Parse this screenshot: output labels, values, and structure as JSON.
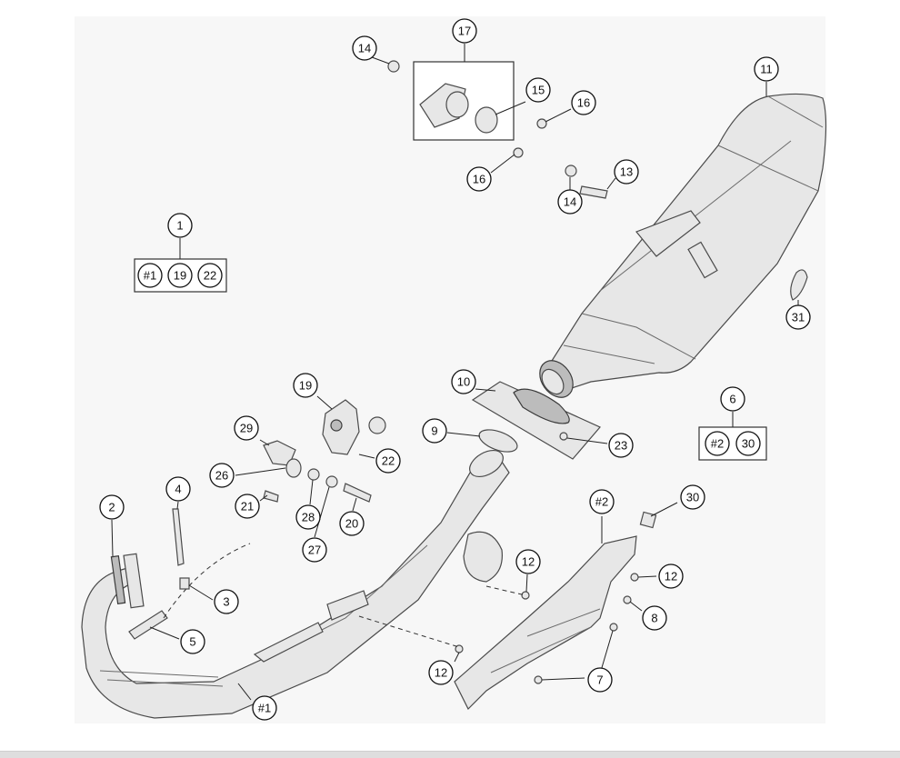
{
  "callouts": [
    {
      "id": "c1",
      "label": "1"
    },
    {
      "id": "c1a",
      "label": "#1"
    },
    {
      "id": "c1b",
      "label": "19"
    },
    {
      "id": "c1c",
      "label": "22"
    },
    {
      "id": "c2",
      "label": "2"
    },
    {
      "id": "c3",
      "label": "3"
    },
    {
      "id": "c4",
      "label": "4"
    },
    {
      "id": "c5",
      "label": "5"
    },
    {
      "id": "c6",
      "label": "6"
    },
    {
      "id": "c6a",
      "label": "#2"
    },
    {
      "id": "c6b",
      "label": "30"
    },
    {
      "id": "c7",
      "label": "7"
    },
    {
      "id": "c8",
      "label": "8"
    },
    {
      "id": "c9",
      "label": "9"
    },
    {
      "id": "c10",
      "label": "10"
    },
    {
      "id": "c11",
      "label": "11"
    },
    {
      "id": "c12a",
      "label": "12"
    },
    {
      "id": "c12b",
      "label": "12"
    },
    {
      "id": "c12c",
      "label": "12"
    },
    {
      "id": "c13",
      "label": "13"
    },
    {
      "id": "c14a",
      "label": "14"
    },
    {
      "id": "c14b",
      "label": "14"
    },
    {
      "id": "c15",
      "label": "15"
    },
    {
      "id": "c16a",
      "label": "16"
    },
    {
      "id": "c16b",
      "label": "16"
    },
    {
      "id": "c17",
      "label": "17"
    },
    {
      "id": "c19",
      "label": "19"
    },
    {
      "id": "c20",
      "label": "20"
    },
    {
      "id": "c21",
      "label": "21"
    },
    {
      "id": "c22",
      "label": "22"
    },
    {
      "id": "c23",
      "label": "23"
    },
    {
      "id": "c26",
      "label": "26"
    },
    {
      "id": "c27",
      "label": "27"
    },
    {
      "id": "c28",
      "label": "28"
    },
    {
      "id": "c29",
      "label": "29"
    },
    {
      "id": "c30",
      "label": "30"
    },
    {
      "id": "c31",
      "label": "31"
    },
    {
      "id": "cP1",
      "label": "#1"
    },
    {
      "id": "cP2",
      "label": "#2"
    }
  ]
}
